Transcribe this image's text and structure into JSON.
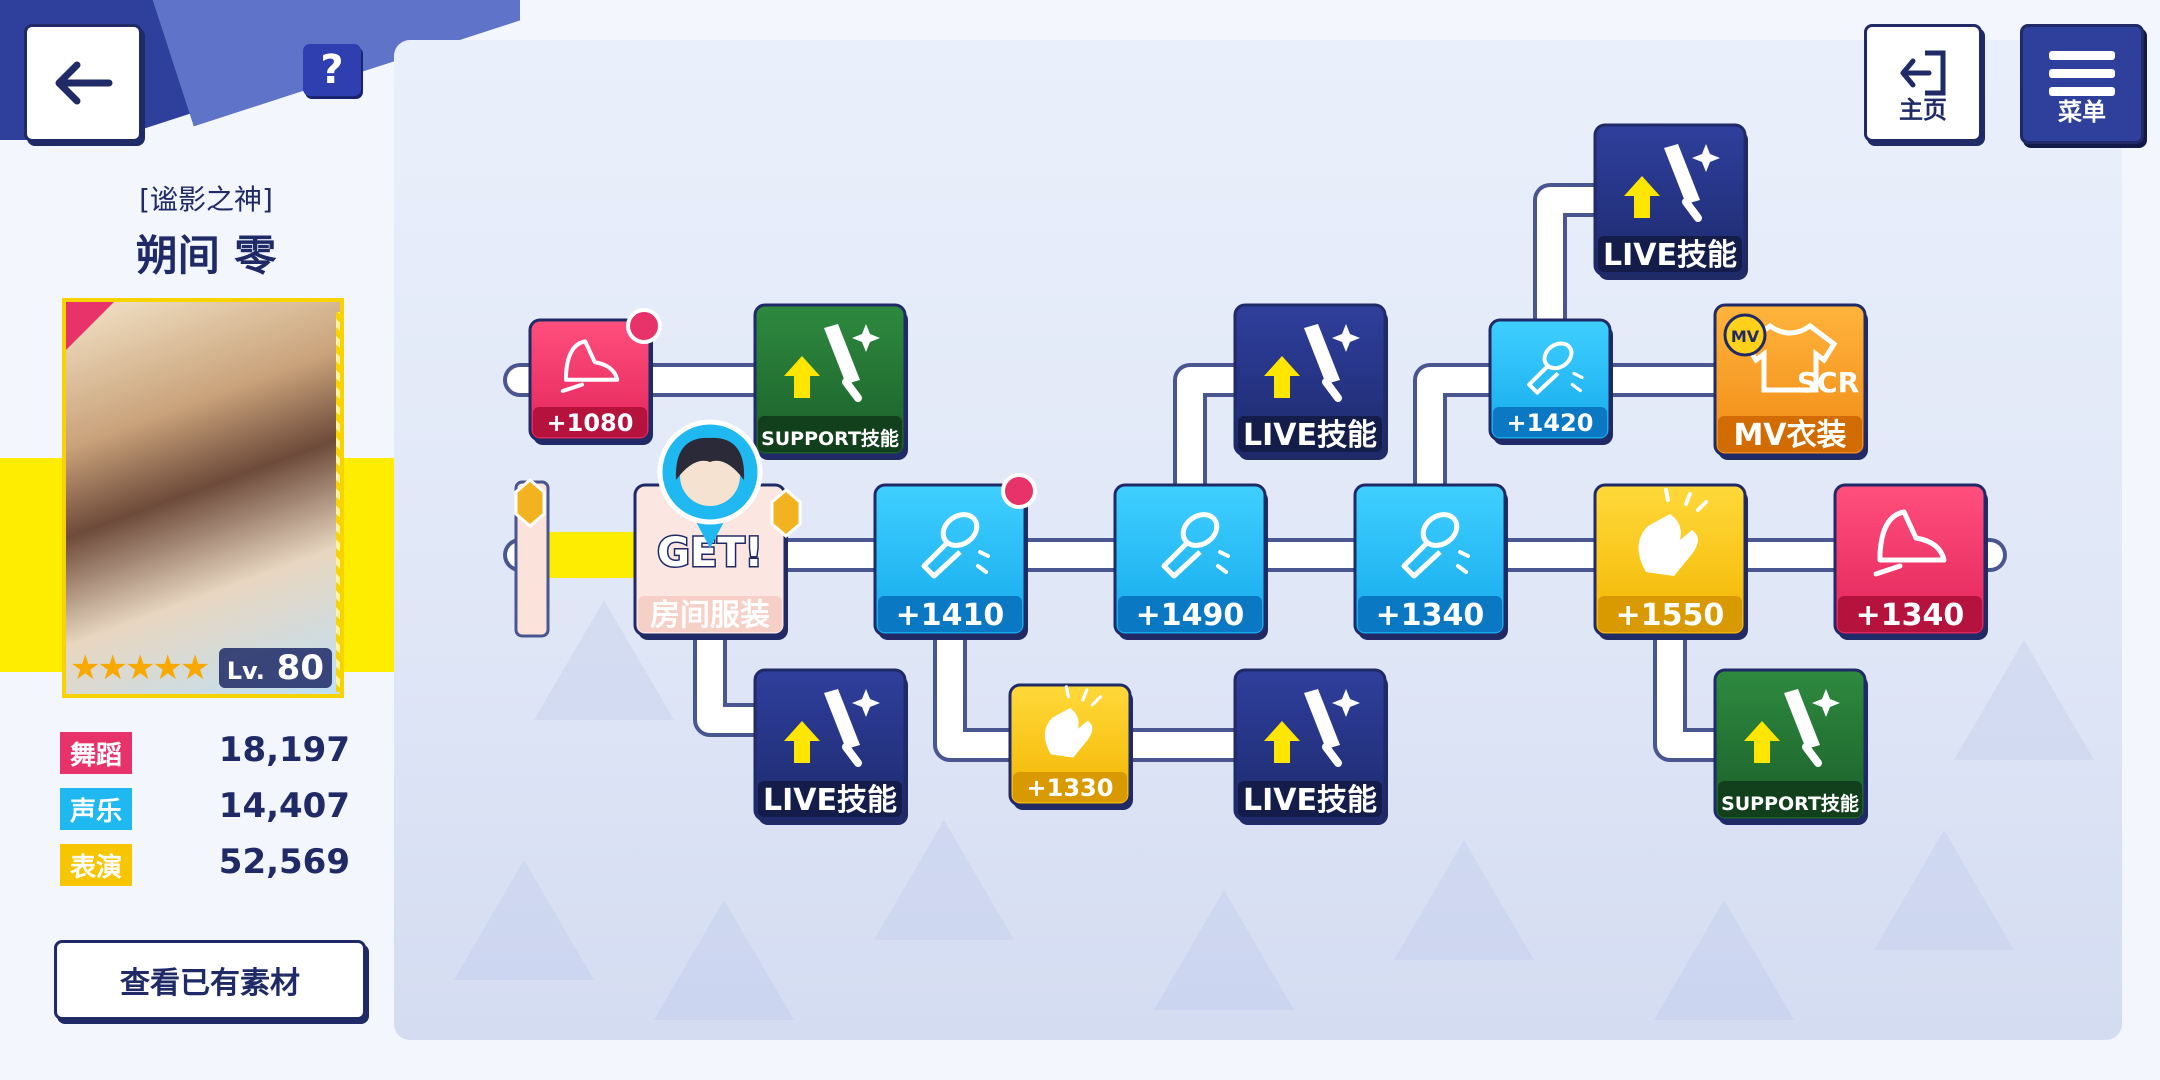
{
  "header": {
    "help_label": "?"
  },
  "character": {
    "title": "[谧影之神]",
    "name": "朔间 零",
    "stars": "★★★★★",
    "level_prefix": "Lv.",
    "level": "80"
  },
  "stats": [
    {
      "label": "舞蹈",
      "value": "18,197",
      "color": "#e8336a"
    },
    {
      "label": "声乐",
      "value": "14,407",
      "color": "#1fb8f0"
    },
    {
      "label": "表演",
      "value": "52,569",
      "color": "#f7c600"
    }
  ],
  "buttons": {
    "materials": "查看已有素材",
    "home": "主页",
    "menu": "菜单"
  },
  "colors": {
    "dance": "#e8336a",
    "vocal": "#1fb8f0",
    "performance": "#f7c600",
    "support": "#1f6b2e",
    "live": "#1f2a66",
    "mv": "#f79a1f"
  },
  "nodes": [
    {
      "id": "dance-1080",
      "type": "dance",
      "label": "+1080",
      "notify": true
    },
    {
      "id": "support-1",
      "type": "support",
      "label": "SUPPORT技能"
    },
    {
      "id": "room",
      "type": "room",
      "label": "房间服装",
      "get": "GET!"
    },
    {
      "id": "live-1",
      "type": "live",
      "label": "LIVE技能"
    },
    {
      "id": "vocal-1410",
      "type": "vocal",
      "label": "+1410",
      "notify": true
    },
    {
      "id": "perf-1330",
      "type": "perf",
      "label": "+1330"
    },
    {
      "id": "vocal-1490",
      "type": "vocal",
      "label": "+1490"
    },
    {
      "id": "live-2",
      "type": "live",
      "label": "LIVE技能"
    },
    {
      "id": "live-3",
      "type": "live",
      "label": "LIVE技能"
    },
    {
      "id": "vocal-1340",
      "type": "vocal",
      "label": "+1340"
    },
    {
      "id": "vocal-1420",
      "type": "vocal",
      "label": "+1420"
    },
    {
      "id": "live-4",
      "type": "live",
      "label": "LIVE技能"
    },
    {
      "id": "mv",
      "type": "mv",
      "label": "MV衣装",
      "badge": "SCR",
      "tag": "MV"
    },
    {
      "id": "perf-1550",
      "type": "perf",
      "label": "+1550"
    },
    {
      "id": "support-2",
      "type": "support",
      "label": "SUPPORT技能"
    },
    {
      "id": "dance-1340",
      "type": "dance",
      "label": "+1340"
    }
  ]
}
